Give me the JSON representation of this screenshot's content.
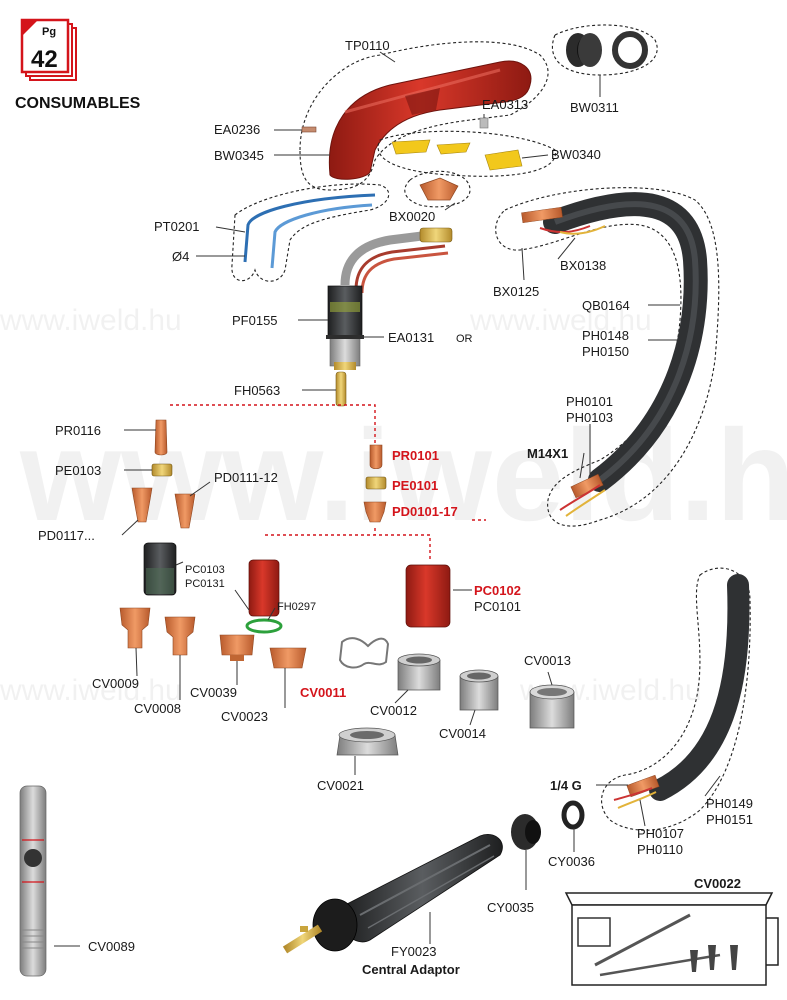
{
  "page_badge": {
    "prefix": "Pg",
    "number": "42"
  },
  "section_title": "CONSUMABLES",
  "watermark": "www.iweld.hu",
  "colors": {
    "accent_red": "#d4141b",
    "copper": "#e07a45",
    "torch_red": "#b8261c",
    "cable_dark": "#2f3133",
    "yellow_part": "#f2c81c"
  },
  "labels": {
    "TP0110": "TP0110",
    "EA0236": "EA0236",
    "BW0345": "BW0345",
    "EA0313": "EA0313",
    "BW0311": "BW0311",
    "BW0340": "BW0340",
    "BX0020": "BX0020",
    "PT0201": "PT0201",
    "D4": "Ø4",
    "BX0138": "BX0138",
    "BX0125": "BX0125",
    "QB0164": "QB0164",
    "PH0148": "PH0148",
    "PH0150": "PH0150",
    "PF0155": "PF0155",
    "EA0131": "EA0131",
    "EA0131_suffix": "OR",
    "FH0563": "FH0563",
    "PH0101": "PH0101",
    "PH0103": "PH0103",
    "M14X1": "M14X1",
    "PR0116": "PR0116",
    "PR0101": "PR0101",
    "PE0103": "PE0103",
    "PE0101": "PE0101",
    "PD0111_12": "PD0111-12",
    "PD0101_17": "PD0101-17",
    "PD0117": "PD0117...",
    "PC0103": "PC0103",
    "PC0131": "PC0131",
    "PC0102": "PC0102",
    "PC0101": "PC0101",
    "FH0297": "FH0297",
    "CV0013": "CV0013",
    "CV0009": "CV0009",
    "CV0039": "CV0039",
    "CV0011": "CV0011",
    "CV0012": "CV0012",
    "CV0014": "CV0014",
    "CV0008": "CV0008",
    "CV0023": "CV0023",
    "CV0021": "CV0021",
    "G14": "1/4 G",
    "PH0149": "PH0149",
    "PH0151": "PH0151",
    "PH0107": "PH0107",
    "PH0110": "PH0110",
    "CY0036": "CY0036",
    "CY0035": "CY0035",
    "CV0022": "CV0022",
    "CV0089": "CV0089",
    "FY0023": "FY0023",
    "central_adaptor": "Central Adaptor"
  }
}
